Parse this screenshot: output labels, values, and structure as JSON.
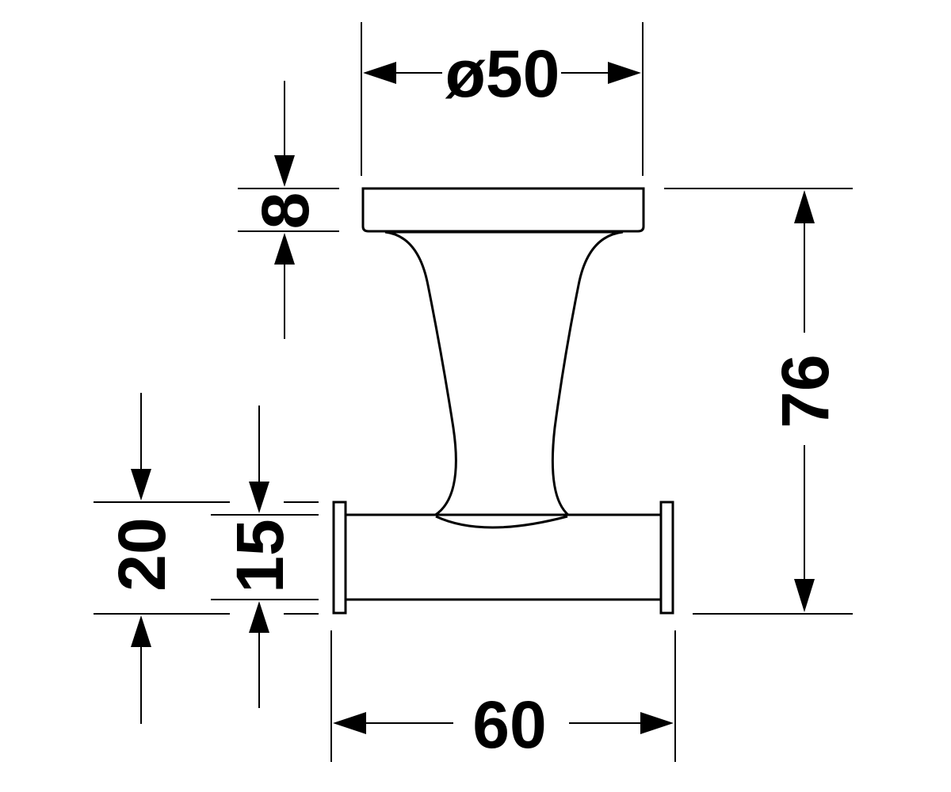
{
  "dimensions": {
    "diameter": "ø50",
    "base_thickness": "8",
    "total_height": "76",
    "bar_outer": "20",
    "bar_inner": "15",
    "bar_width": "60"
  },
  "colors": {
    "line": "#000000",
    "background": "#ffffff"
  }
}
